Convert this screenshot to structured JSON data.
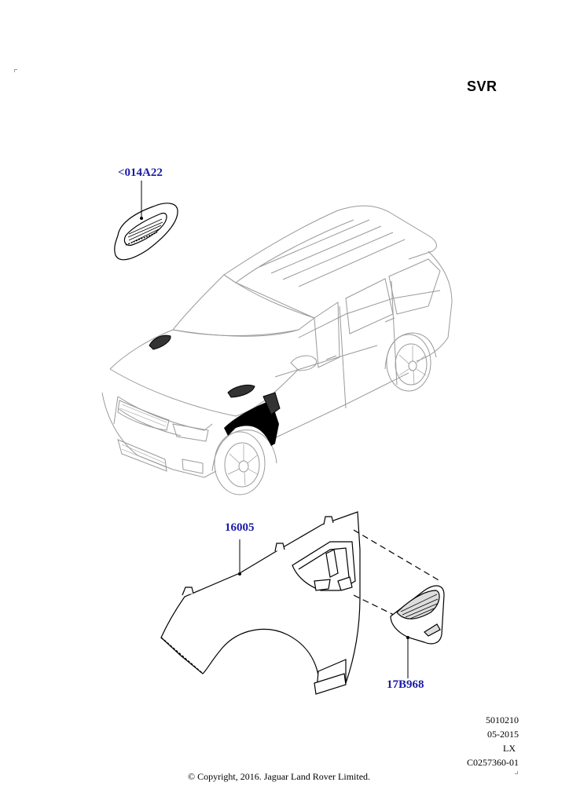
{
  "header": {
    "variant": "SVR"
  },
  "callouts": {
    "hood_vent": "<014A22",
    "fender": "16005",
    "fender_vent": "17B968"
  },
  "meta": {
    "number": "5010210",
    "date": "05-2015",
    "code": "LX",
    "illustration_id": "C0257360-01"
  },
  "footer": {
    "copyright": "© Copyright, 2016. Jaguar Land Rover Limited."
  },
  "colors": {
    "callout": "#1a1aa8",
    "line": "#000000",
    "car_outline": "#9a9a9a",
    "highlight": "#000000"
  }
}
